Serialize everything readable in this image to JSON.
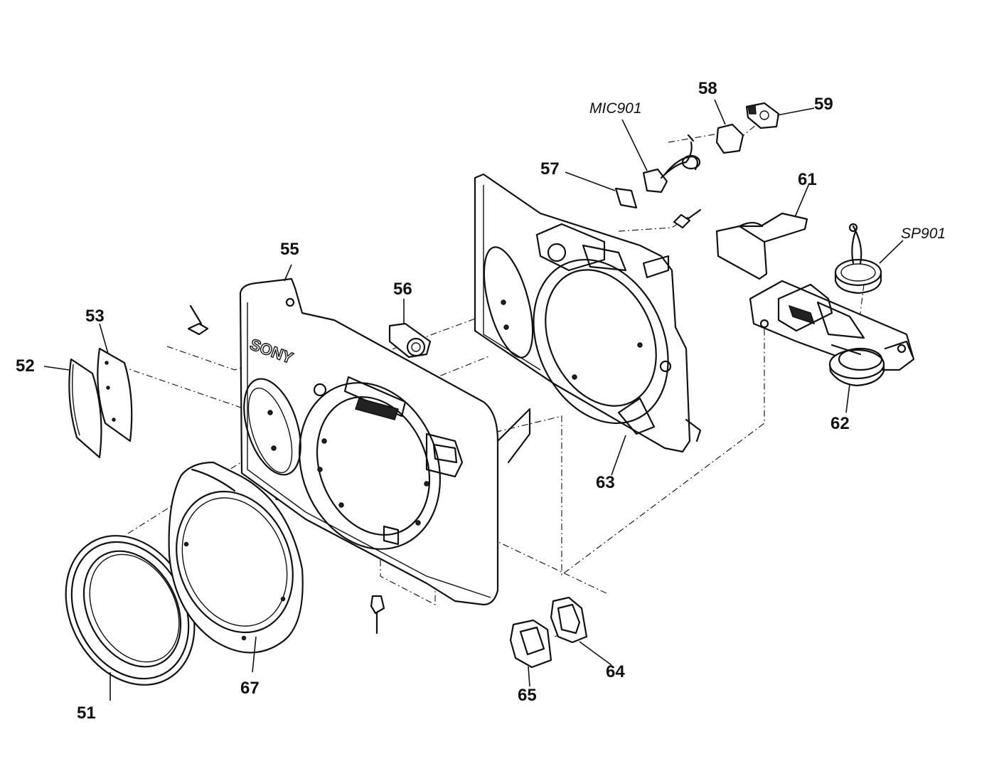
{
  "diagram": {
    "brand_mark": "SONY",
    "labels": {
      "p51": "51",
      "p52": "52",
      "p53": "53",
      "p55": "55",
      "p56": "56",
      "p57": "57",
      "p58": "58",
      "p59": "59",
      "p61": "61",
      "p62": "62",
      "p63": "63",
      "p64": "64",
      "p65": "65",
      "p67": "67",
      "mic901": "MIC901",
      "sp901": "SP901"
    }
  }
}
